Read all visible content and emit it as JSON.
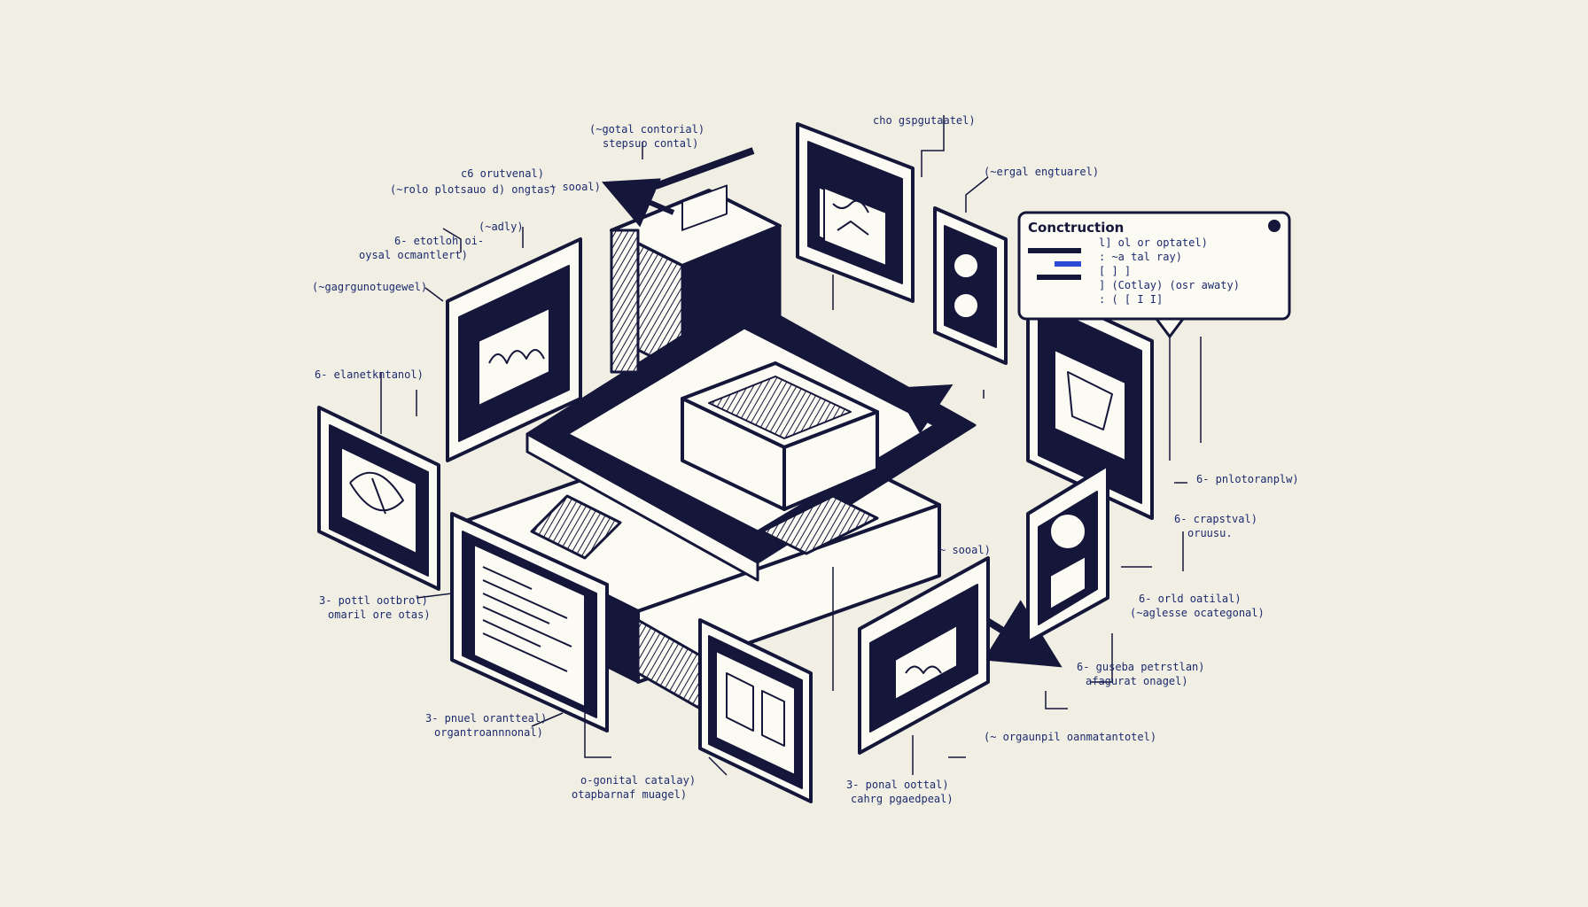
{
  "colors": {
    "background": "#f1efe4",
    "ink": "#14163a",
    "label": "#1c2a6e",
    "accent_blue": "#2b4ad6"
  },
  "tooltip": {
    "title": "Conctruction",
    "lines": [
      "l] ol or optatel)",
      ": ~a tal ray)",
      "[  ]   ]",
      "] (Cotlay)  (osr awaty)",
      ":   ( [  I I]"
    ]
  },
  "labels": [
    {
      "id": "label-1",
      "lines": [
        "(~gotal contorial)",
        "stepsuo contal)"
      ]
    },
    {
      "id": "label-2",
      "lines": [
        "cho gspgutaatel)"
      ]
    },
    {
      "id": "label-3",
      "lines": [
        "(~ergal engtuarel)"
      ]
    },
    {
      "id": "label-4",
      "lines": [
        "c6  orutvenal)",
        "(~rolo plotsauo d)  ongtas)"
      ]
    },
    {
      "id": "label-5",
      "lines": [
        "(~adly)"
      ]
    },
    {
      "id": "label-6",
      "lines": [
        "6- etotloh oi-",
        "oysal ocmantlert)"
      ]
    },
    {
      "id": "label-7",
      "lines": [
        "(~gagrgunotugewel)"
      ]
    },
    {
      "id": "label-8",
      "lines": [
        "6- elanetkntanol)"
      ]
    },
    {
      "id": "label-9",
      "lines": [
        "3- pottl ootbrol)",
        "omaril ore otas)"
      ]
    },
    {
      "id": "label-10",
      "lines": [
        "3- pnuel orantteal)",
        "organtroannnonal)"
      ]
    },
    {
      "id": "label-11",
      "lines": [
        "o-gonital catalay)",
        "otapbarnaf muagel)"
      ]
    },
    {
      "id": "label-12",
      "lines": [
        "3- ponal oottal)",
        "cahrg pgaedpeal)"
      ]
    },
    {
      "id": "label-13",
      "lines": [
        "(~ orgaunpil oanmatantotel)"
      ]
    },
    {
      "id": "label-14",
      "lines": [
        "6- guseba petrstlan)",
        "afagurat onagel)"
      ]
    },
    {
      "id": "label-15",
      "lines": [
        "6- orld oatilal)",
        "(~aglesse ocategonal)"
      ]
    },
    {
      "id": "label-16",
      "lines": [
        "6- crapstval)",
        "oruusu."
      ]
    },
    {
      "id": "label-17",
      "lines": [
        "6- pnlotoranplw)"
      ]
    },
    {
      "id": "label-18",
      "lines": [
        "~ sooal)"
      ]
    },
    {
      "id": "label-19",
      "lines": [
        "~ sooal)"
      ]
    }
  ]
}
